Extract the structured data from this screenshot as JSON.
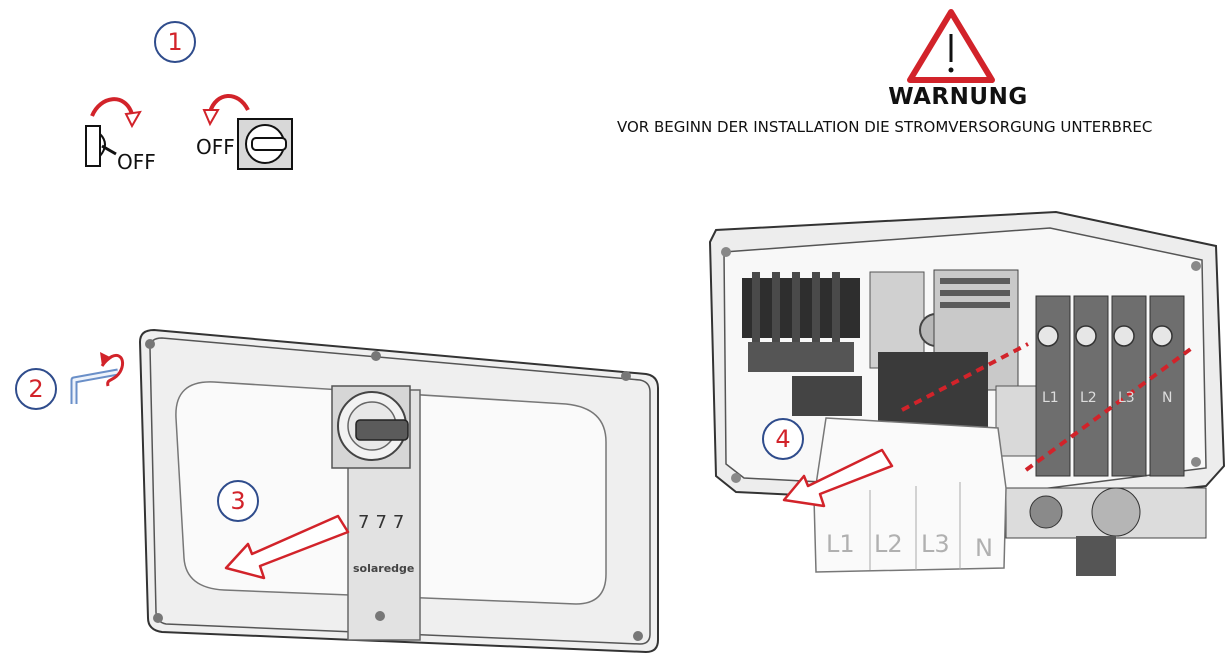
{
  "steps": {
    "step1": "1",
    "step2": "2",
    "step3": "3",
    "step4": "4"
  },
  "warning": {
    "title": "WARNUNG",
    "text": "VOR BEGINN DER INSTALLATION DIE STROMVERSORGUNG UNTERBREC"
  },
  "switches": {
    "left_off": "OFF",
    "right_off": "OFF"
  },
  "cover": {
    "indicator": "777",
    "brand": "solaredge"
  },
  "terminals": {
    "cover_labels": [
      "L1",
      "L2",
      "L3",
      "N"
    ],
    "block_labels": [
      "L1",
      "L2",
      "L3",
      "N"
    ]
  },
  "colors": {
    "step_ring": "#2f4c8c",
    "step_number": "#d2232a",
    "warning_red": "#d2232a",
    "arrow_red": "#d2232a"
  }
}
